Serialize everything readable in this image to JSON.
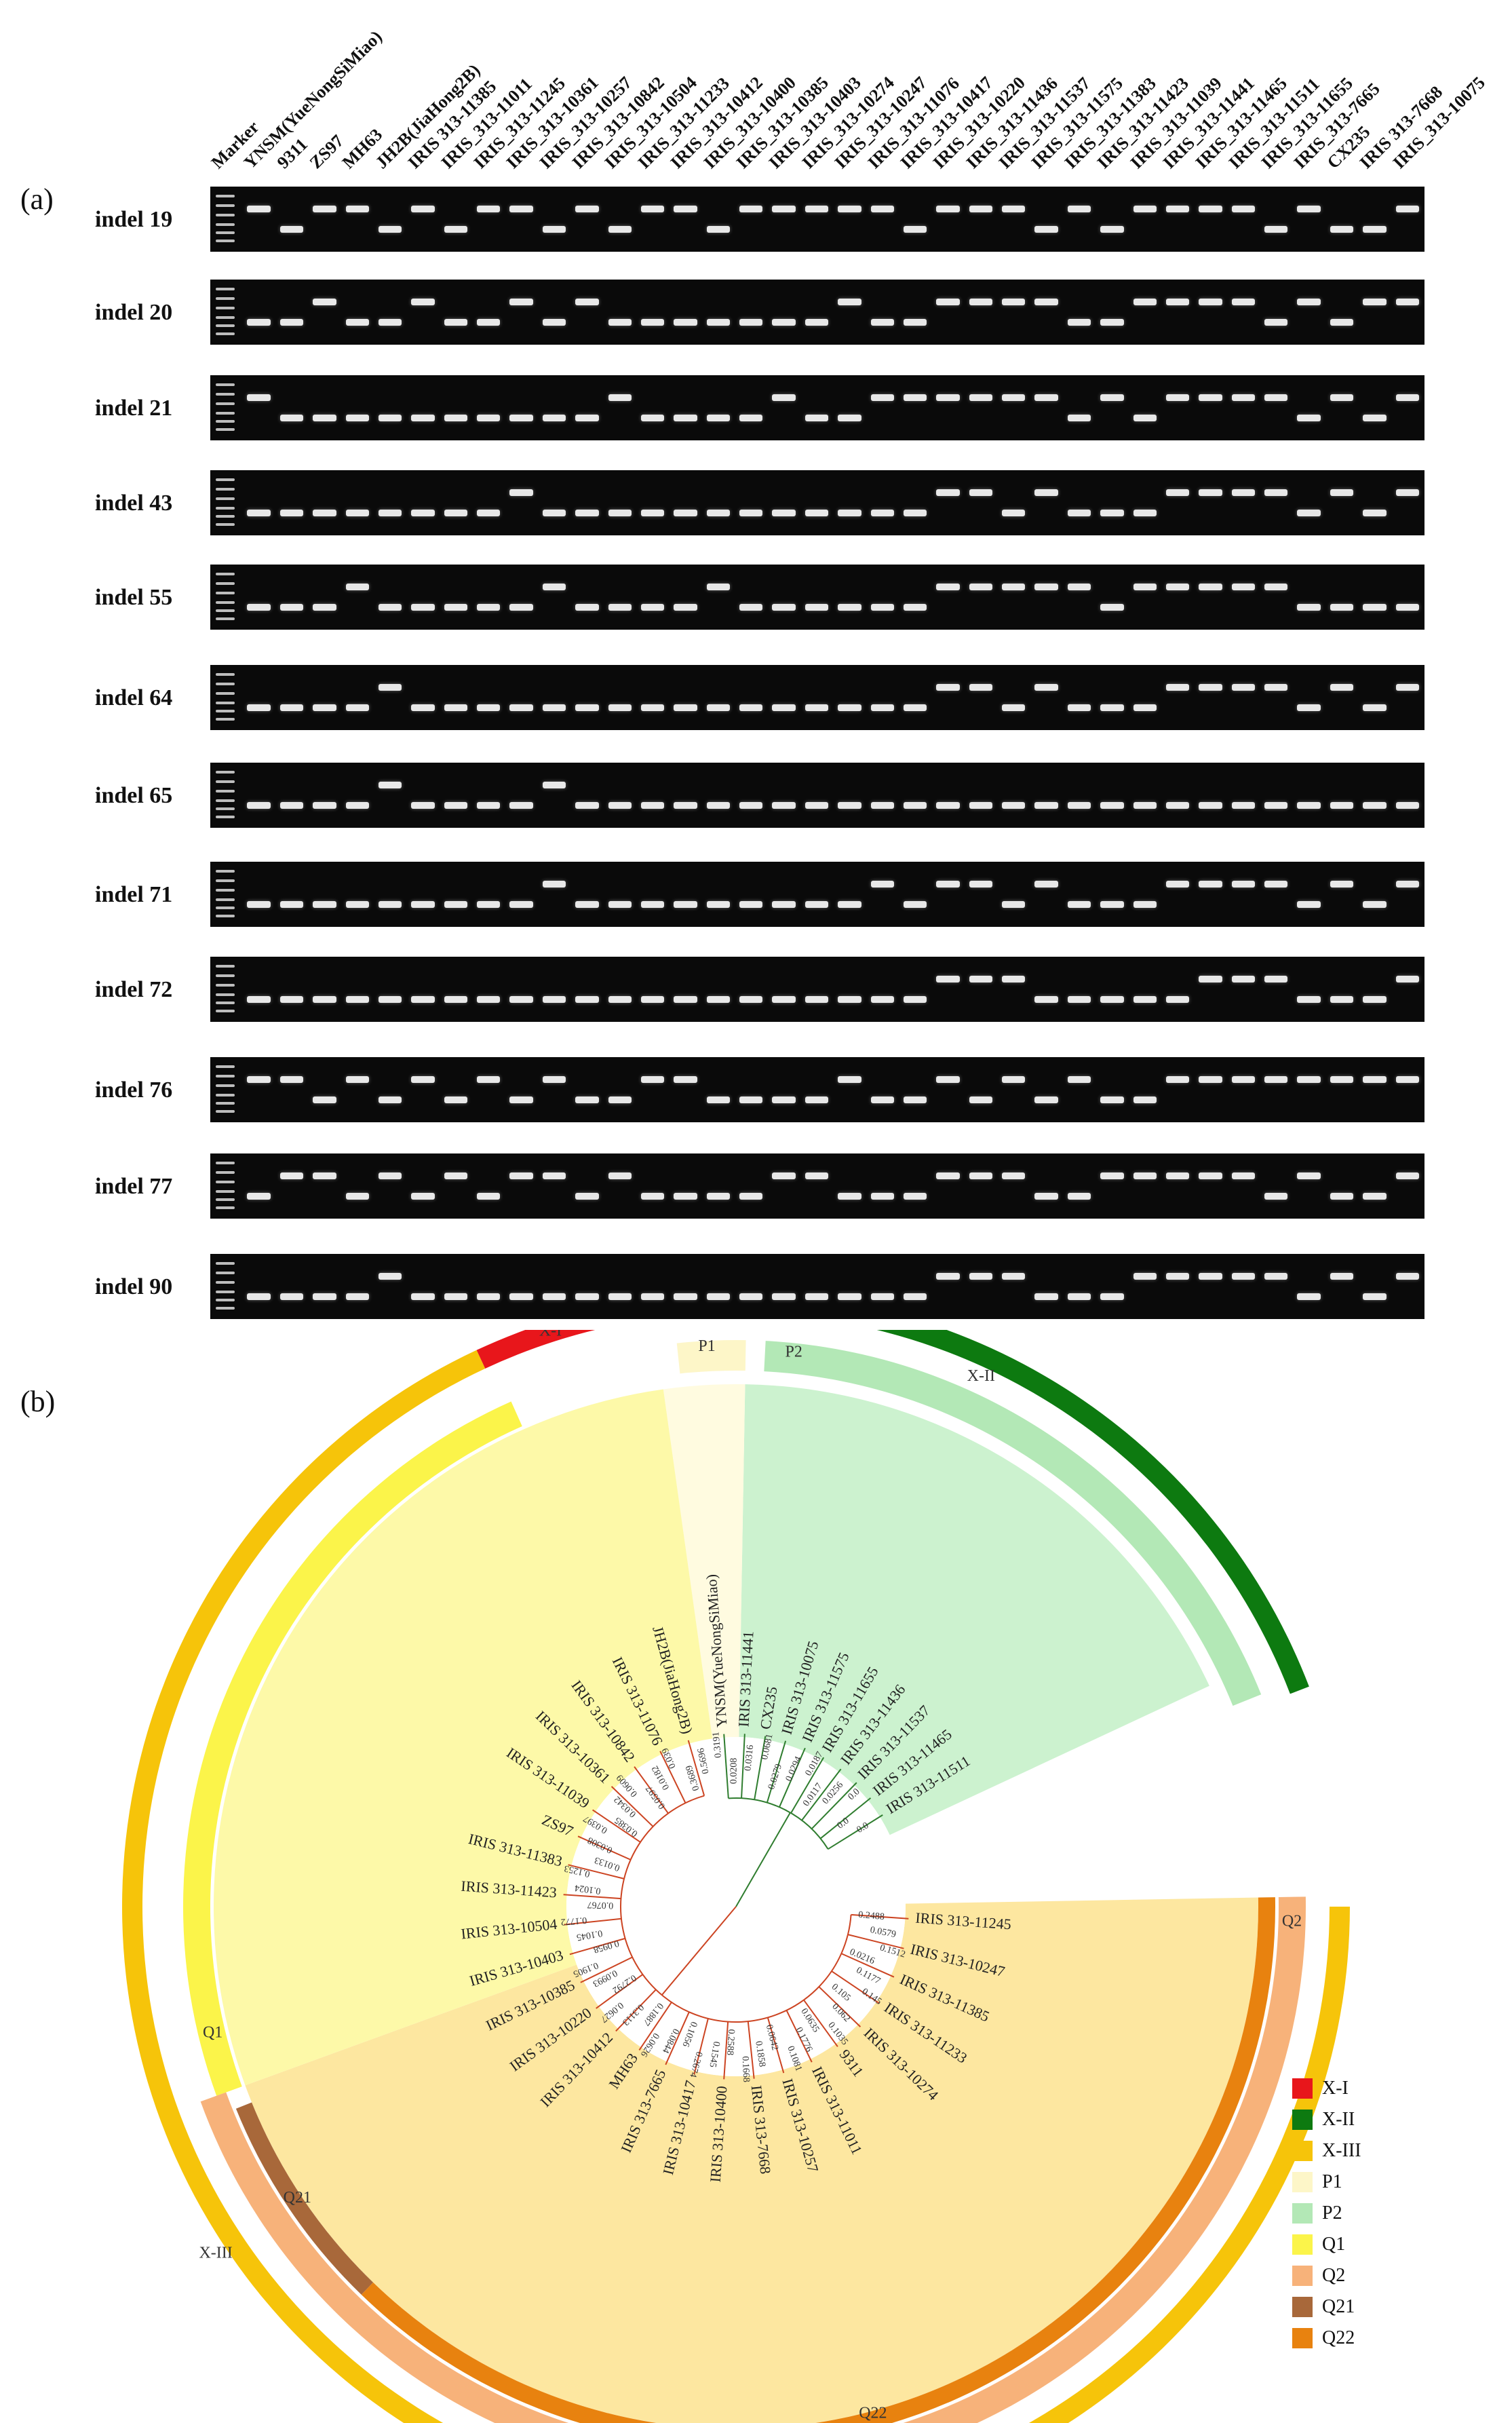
{
  "panel_a_label": "(a)",
  "panel_b_label": "(b)",
  "lanes": [
    "Marker",
    "YNSM(YueNongSiMiao)",
    "9311",
    "ZS97",
    "MH63",
    "JH2B(JiaHong2B)",
    "IRIS 313-11385",
    "IRIS_313-11011",
    "IRIS_313-11245",
    "IRIS_313-10361",
    "IRIS_313-10257",
    "IRIS_313-10842",
    "IRIS_313-10504",
    "IRIS_313-11233",
    "IRIS_313-10412",
    "IRIS_313-10400",
    "IRIS_313-10385",
    "IRIS_313-10403",
    "IRIS_313-10274",
    "IRIS_313-10247",
    "IRIS_313-11076",
    "IRIS_313-10417",
    "IRIS_313-10220",
    "IRIS_313-11436",
    "IRIS_313-11537",
    "IRIS_313-11575",
    "IRIS_313-11383",
    "IRIS_313-11423",
    "IRIS_313-11039",
    "IRIS_313-11441",
    "IRIS_313-11465",
    "IRIS_313-11511",
    "IRIS_313-11655",
    "IRIS_313-7665",
    "CX235",
    "IRIS 313-7668",
    "IRIS_313-10075"
  ],
  "gel_rows": [
    {
      "label": "indel 19",
      "bands": [
        0,
        1,
        0,
        0,
        1,
        0,
        1,
        0,
        0,
        1,
        0,
        1,
        0,
        0,
        1,
        0,
        0,
        0,
        0,
        0,
        1,
        0,
        0,
        0,
        1,
        0,
        1,
        0,
        0,
        0,
        0,
        1,
        0,
        1,
        1,
        0
      ]
    },
    {
      "label": "indel 20",
      "bands": [
        1,
        1,
        0,
        1,
        1,
        0,
        1,
        1,
        0,
        1,
        0,
        1,
        1,
        1,
        1,
        1,
        1,
        1,
        0,
        1,
        1,
        0,
        0,
        0,
        0,
        1,
        1,
        0,
        0,
        0,
        0,
        1,
        0,
        1,
        0,
        0
      ]
    },
    {
      "label": "indel 21",
      "bands": [
        0,
        1,
        1,
        1,
        1,
        1,
        1,
        1,
        1,
        1,
        1,
        0,
        1,
        1,
        1,
        1,
        0,
        1,
        1,
        0,
        0,
        0,
        0,
        0,
        0,
        1,
        0,
        1,
        0,
        0,
        0,
        0,
        1,
        0,
        1,
        0
      ]
    },
    {
      "label": "indel 43",
      "bands": [
        1,
        1,
        1,
        1,
        1,
        1,
        1,
        1,
        0,
        1,
        1,
        1,
        1,
        1,
        1,
        1,
        1,
        1,
        1,
        1,
        1,
        0,
        0,
        1,
        0,
        1,
        1,
        1,
        0,
        0,
        0,
        0,
        1,
        0,
        1,
        0
      ]
    },
    {
      "label": "indel 55",
      "bands": [
        1,
        1,
        1,
        0,
        1,
        1,
        1,
        1,
        1,
        0,
        1,
        1,
        1,
        1,
        0,
        1,
        1,
        1,
        1,
        1,
        1,
        0,
        0,
        0,
        0,
        0,
        1,
        0,
        0,
        0,
        0,
        0,
        1,
        1,
        1,
        1
      ]
    },
    {
      "label": "indel 64",
      "bands": [
        1,
        1,
        1,
        1,
        0,
        1,
        1,
        1,
        1,
        1,
        1,
        1,
        1,
        1,
        1,
        1,
        1,
        1,
        1,
        1,
        1,
        0,
        0,
        1,
        0,
        1,
        1,
        1,
        0,
        0,
        0,
        0,
        1,
        0,
        1,
        0
      ]
    },
    {
      "label": "indel 65",
      "bands": [
        1,
        1,
        1,
        1,
        0,
        1,
        1,
        1,
        1,
        0,
        1,
        1,
        1,
        1,
        1,
        1,
        1,
        1,
        1,
        1,
        1,
        1,
        1,
        1,
        1,
        1,
        1,
        1,
        1,
        1,
        1,
        1,
        1,
        1,
        1,
        1
      ]
    },
    {
      "label": "indel 71",
      "bands": [
        1,
        1,
        1,
        1,
        1,
        1,
        1,
        1,
        1,
        0,
        1,
        1,
        1,
        1,
        1,
        1,
        1,
        1,
        1,
        0,
        1,
        0,
        0,
        1,
        0,
        1,
        1,
        1,
        0,
        0,
        0,
        0,
        1,
        0,
        1,
        0
      ]
    },
    {
      "label": "indel 72",
      "bands": [
        1,
        1,
        1,
        1,
        1,
        1,
        1,
        1,
        1,
        1,
        1,
        1,
        1,
        1,
        1,
        1,
        1,
        1,
        1,
        1,
        1,
        0,
        0,
        0,
        1,
        1,
        1,
        1,
        1,
        0,
        0,
        0,
        1,
        1,
        1,
        0
      ]
    },
    {
      "label": "indel 76",
      "bands": [
        0,
        0,
        1,
        0,
        1,
        0,
        1,
        0,
        1,
        0,
        1,
        1,
        0,
        0,
        1,
        1,
        1,
        1,
        0,
        1,
        1,
        0,
        1,
        0,
        1,
        0,
        1,
        1,
        0,
        0,
        0,
        0,
        0,
        0,
        0,
        0
      ]
    },
    {
      "label": "indel 77",
      "bands": [
        1,
        0,
        0,
        1,
        0,
        1,
        0,
        1,
        0,
        0,
        1,
        0,
        1,
        1,
        1,
        1,
        0,
        0,
        1,
        1,
        1,
        0,
        0,
        0,
        1,
        1,
        0,
        0,
        0,
        0,
        0,
        1,
        0,
        1,
        1,
        0
      ]
    },
    {
      "label": "indel 90",
      "bands": [
        1,
        1,
        1,
        1,
        0,
        1,
        1,
        1,
        1,
        1,
        1,
        1,
        1,
        1,
        1,
        1,
        1,
        1,
        1,
        1,
        1,
        0,
        0,
        0,
        1,
        1,
        1,
        0,
        0,
        0,
        0,
        0,
        1,
        0,
        1,
        0
      ]
    }
  ],
  "ring_labels": {
    "xi": "X-I",
    "xii": "X-II",
    "xiii": "X-III",
    "p1": "P1",
    "p2": "P2",
    "q1": "Q1",
    "q2": "Q2",
    "q21": "Q21",
    "q22": "Q22"
  },
  "colors": {
    "X-I": "#e8161b",
    "X-II": "#0d7a10",
    "X-III": "#f6c40a",
    "P1": "#fdf6c8",
    "P2": "#b3e8b6",
    "Q1": "#fbf44a",
    "Q2": "#f7b27a",
    "Q21": "#a8683a",
    "Q22": "#e8820f",
    "sector_P2": "#ccf2cf",
    "sector_P1": "#fffbe0",
    "sector_Q1": "#fdf9a8",
    "sector_Q2": "#fde7a0",
    "branch_green": "#2f7d2f",
    "branch_red": "#cc4422"
  },
  "p_leaves": [
    "YNSM(YueNongSiMiao)",
    "IRIS 313-11441",
    "CX235",
    "IRIS 313-10075",
    "IRIS 313-11575",
    "IRIS 313-11655",
    "IRIS 313-11436",
    "IRIS 313-11537",
    "IRIS 313-11465",
    "IRIS 313-11511"
  ],
  "q_leaves": [
    "IRIS 313-11245",
    "IRIS 313-10247",
    "IRIS 313-11385",
    "IRIS 313-11233",
    "IRIS 313-10274",
    "9311",
    "IRIS 313-11011",
    "IRIS 313-10257",
    "IRIS 313-7668",
    "IRIS 313-10400",
    "IRIS 313-10417",
    "IRIS 313-7665",
    "MH63",
    "IRIS 313-10412",
    "IRIS 313-10220",
    "IRIS 313-10385",
    "IRIS 313-10403",
    "IRIS 313-10504",
    "IRIS 313-11423",
    "IRIS 313-11383",
    "ZS97",
    "IRIS 313-11039",
    "IRIS 313-10361",
    "IRIS 313-10842",
    "IRIS 313-11076",
    "JH2B(JiaHong2B)"
  ],
  "branch_values": [
    "0.2488",
    "0.0579",
    "0.1512",
    "0.0216",
    "0.1177",
    "0.145",
    "0.105",
    "0.062",
    "0.1035",
    "0.0635",
    "0.1776",
    "0.1081",
    "0.0642",
    "0.1858",
    "0.1668",
    "0.2588",
    "0.1545",
    "0.2674",
    "0.1056",
    "0.0844",
    "0.0626",
    "0.1887",
    "0.3113",
    "0.0627",
    "0.2792",
    "0.0993",
    "0.1905",
    "0.0958",
    "0.1045",
    "0.1772",
    "0.0767",
    "0.1024",
    "0.1253",
    "0.0133",
    "0.0308",
    "0.0397",
    "0.0385",
    "0.0342",
    "0.0609",
    "0.0597",
    "0.0182",
    "0.039",
    "0.3689",
    "0.5696",
    "0.3191",
    "0.0208",
    "0.0316",
    "0.0681",
    "0.0279",
    "0.0294",
    "0.0187",
    "0.0117",
    "0.0256",
    "0.0",
    "0.0",
    "0.0"
  ],
  "legend": [
    "X-I",
    "X-II",
    "X-III",
    "P1",
    "P2",
    "Q1",
    "Q2",
    "Q21",
    "Q22"
  ]
}
